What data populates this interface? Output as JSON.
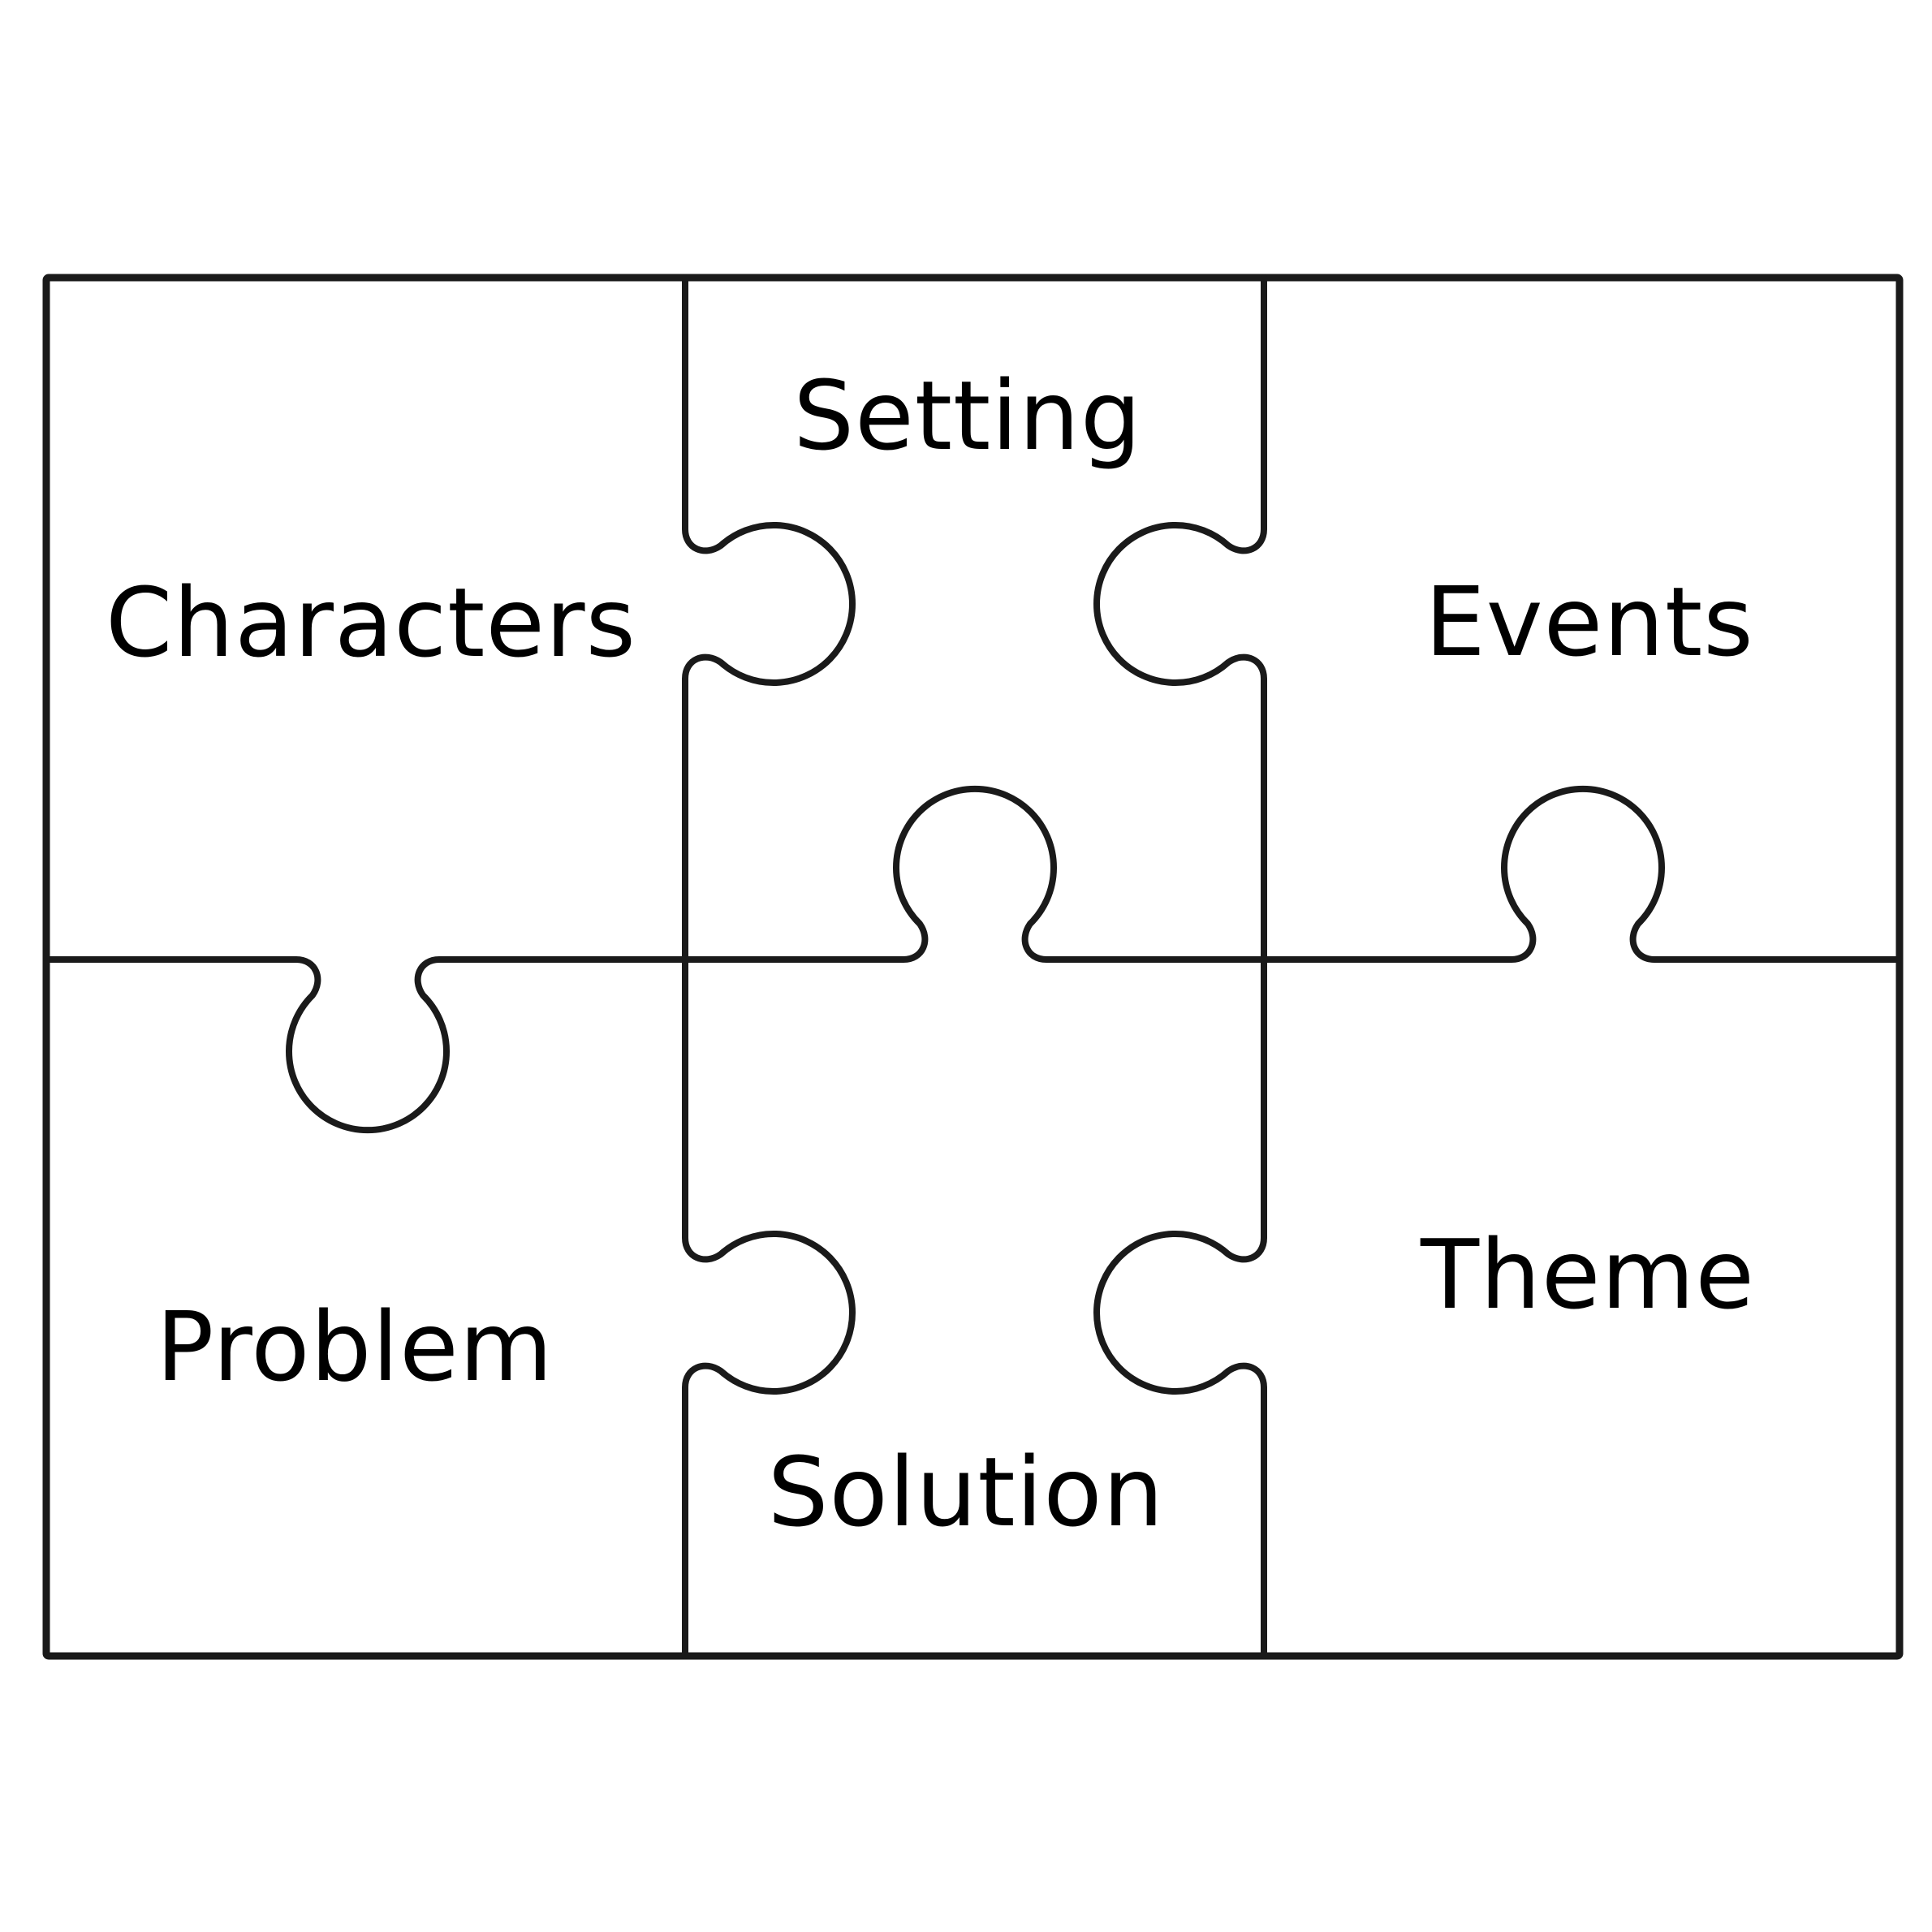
{
  "puzzle": {
    "stroke_color": "#1a1a1a",
    "background": "#ffffff",
    "pieces": [
      {
        "id": "characters",
        "label": "Characters",
        "row": 1,
        "col": 1
      },
      {
        "id": "setting",
        "label": "Setting",
        "row": 1,
        "col": 2
      },
      {
        "id": "events",
        "label": "Events",
        "row": 1,
        "col": 3
      },
      {
        "id": "problem",
        "label": "Problem",
        "row": 2,
        "col": 1
      },
      {
        "id": "solution",
        "label": "Solution",
        "row": 2,
        "col": 2
      },
      {
        "id": "theme",
        "label": "Theme",
        "row": 2,
        "col": 3
      }
    ]
  }
}
